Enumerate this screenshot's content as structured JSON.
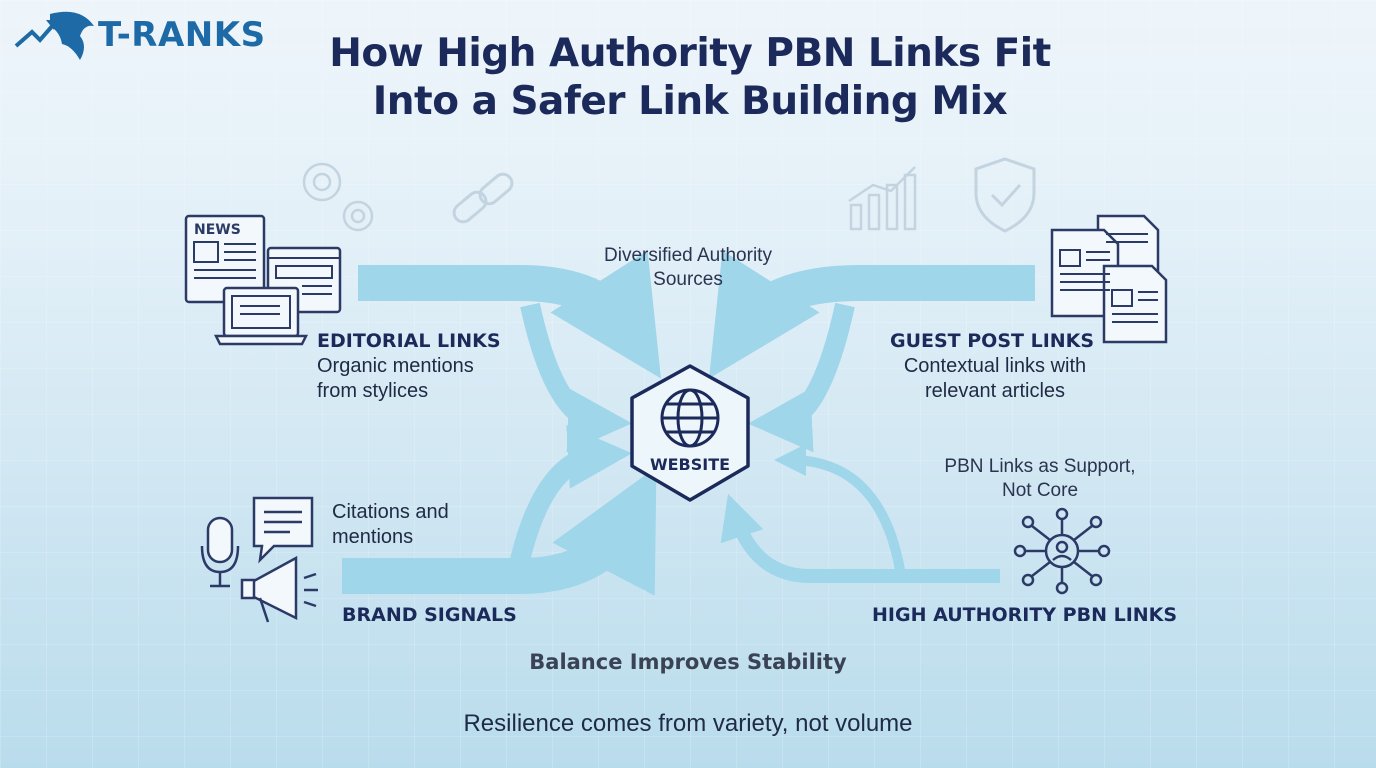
{
  "brand": {
    "name": "T-RANKS"
  },
  "title": {
    "line1": "How High Authority PBN Links Fit",
    "line2": "Into a Safer Link Building Mix"
  },
  "center": {
    "label": "WEBSITE",
    "note_line1": "Diversified Authority",
    "note_line2": "Sources"
  },
  "editorial": {
    "title": "EDITORIAL LINKS",
    "desc_line1": "Organic mentions",
    "desc_line2": "from stylices",
    "icon_text": "NEWS"
  },
  "guest": {
    "title": "GUEST POST LINKS",
    "desc_line1": "Contextual links with",
    "desc_line2": "relevant articles"
  },
  "brand_signals": {
    "title": "BRAND SIGNALS",
    "desc_line1": "Citations and",
    "desc_line2": "mentions"
  },
  "pbn": {
    "title": "HIGH AUTHORITY PBN LINKS",
    "note_line1": "PBN Links as Support,",
    "note_line2": "Not Core"
  },
  "footer": {
    "headline": "Balance Improves Stability",
    "tagline": "Resilience comes from variety, not volume"
  },
  "colors": {
    "navy": "#1b2a5a",
    "arrow": "#9fd6ea",
    "brand_blue": "#1d6aa6",
    "icon_line": "#2b3a66"
  }
}
